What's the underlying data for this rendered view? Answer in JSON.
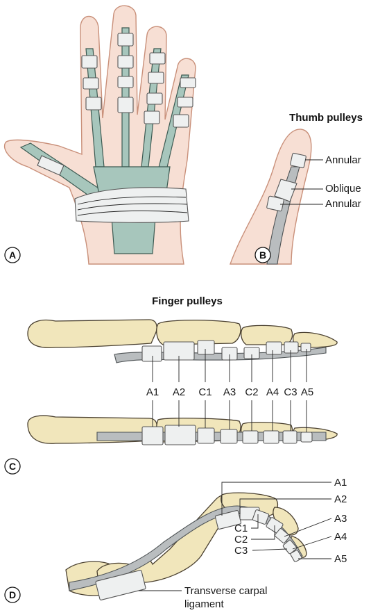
{
  "thumb": {
    "title": "Thumb pulleys",
    "labels": [
      "Annular",
      "Oblique",
      "Annular"
    ]
  },
  "finger": {
    "title": "Finger pulleys",
    "labels": [
      "A1",
      "A2",
      "C1",
      "A3",
      "C2",
      "A4",
      "C3",
      "A5"
    ]
  },
  "flexed": {
    "labels": [
      "A1",
      "A2",
      "C1",
      "A3",
      "C2",
      "A4",
      "C3",
      "A5"
    ],
    "ligament_line1": "Transverse carpal",
    "ligament_line2": "ligament"
  },
  "panels": [
    "A",
    "B",
    "C",
    "D"
  ],
  "colors": {
    "skin": "#f7dfd4",
    "bone": "#f1e6bb",
    "tendon": "#a7c6bc",
    "pulley": "#eef0f0"
  }
}
